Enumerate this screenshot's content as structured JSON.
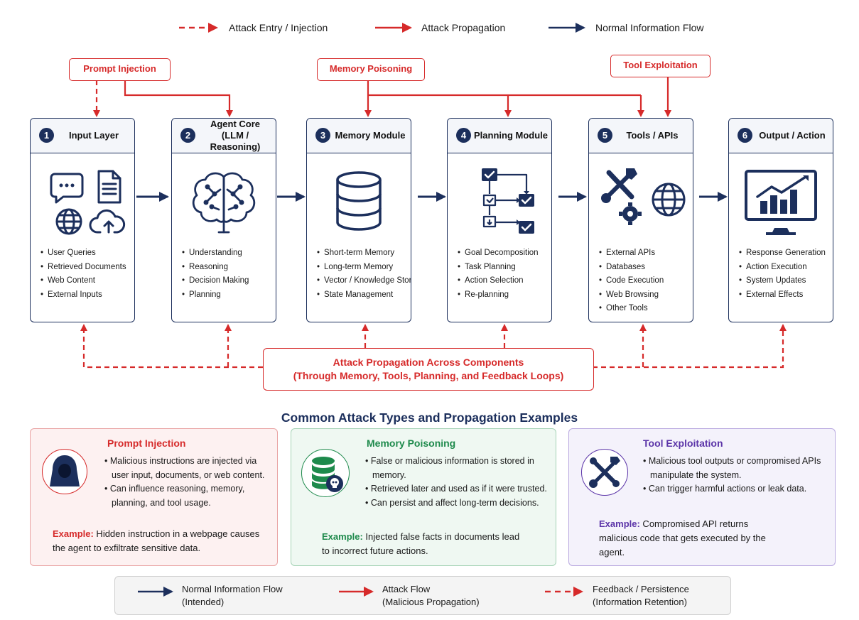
{
  "legend_top": [
    {
      "label": "Attack Entry / Injection",
      "style": "dashed-red"
    },
    {
      "label": "Attack Propagation",
      "style": "solid-red"
    },
    {
      "label": "Normal Information Flow",
      "style": "solid-navy"
    }
  ],
  "entries": {
    "prompt_injection": "Prompt Injection",
    "memory_poisoning": "Memory Poisoning",
    "tool_exploitation": "Tool Exploitation"
  },
  "components": [
    {
      "num": "1",
      "title": "Input Layer",
      "icon": "input-icons",
      "items": [
        "User Queries",
        "Retrieved Documents",
        "Web Content",
        "External Inputs"
      ]
    },
    {
      "num": "2",
      "title": "Agent Core\n(LLM / Reasoning)",
      "icon": "brain-icon",
      "items": [
        "Understanding",
        "Reasoning",
        "Decision Making",
        "Planning"
      ]
    },
    {
      "num": "3",
      "title": "Memory Module",
      "icon": "database-icon",
      "items": [
        "Short-term Memory",
        "Long-term Memory",
        "Vector / Knowledge Store",
        "State Management"
      ]
    },
    {
      "num": "4",
      "title": "Planning Module",
      "icon": "flowchart-icon",
      "items": [
        "Goal Decomposition",
        "Task Planning",
        "Action Selection",
        "Re-planning"
      ]
    },
    {
      "num": "5",
      "title": "Tools / APIs",
      "icon": "tools-icon",
      "items": [
        "External APIs",
        "Databases",
        "Code Execution",
        "Web Browsing",
        "Other Tools"
      ]
    },
    {
      "num": "6",
      "title": "Output / Action",
      "icon": "monitor-chart-icon",
      "items": [
        "Response Generation",
        "Action Execution",
        "System Updates",
        "External Effects"
      ]
    }
  ],
  "propagation": {
    "line1": "Attack Propagation Across Components",
    "line2": "(Through Memory, Tools, Planning, and Feedback Loops)"
  },
  "section_title": "Common Attack Types and Propagation Examples",
  "attacks": [
    {
      "title": "Prompt Injection",
      "icon": "hacker-icon",
      "color": "#d62a2a",
      "bg": "#fdf1f1",
      "bullets": [
        "Malicious instructions are injected via user input, documents, or web content.",
        "Can influence reasoning, memory, planning, and tool usage."
      ],
      "example_label": "Example:",
      "example_text": " Hidden instruction in a webpage causes the agent to exfiltrate sensitive data."
    },
    {
      "title": "Memory Poisoning",
      "icon": "poisoned-database-icon",
      "color": "#1e8a4c",
      "bg": "#eff8f2",
      "bullets": [
        "False or malicious information is stored in memory.",
        "Retrieved later and used as if it were trusted.",
        "Can persist and affect long-term decisions."
      ],
      "example_label": "Example:",
      "example_text": " Injected false facts in documents lead to incorrect future actions."
    },
    {
      "title": "Tool Exploitation",
      "icon": "wrench-screwdriver-icon",
      "color": "#5b34a8",
      "bg": "#f4f2fb",
      "bullets": [
        "Malicious tool outputs or compromised APIs manipulate the system.",
        "Can trigger harmful actions or leak data."
      ],
      "example_label": "Example:",
      "example_text": " Compromised API returns malicious code that gets executed by the agent."
    }
  ],
  "legend_bottom": [
    {
      "line1": "Normal Information Flow",
      "line2": "(Intended)"
    },
    {
      "line1": "Attack Flow",
      "line2": "(Malicious Propagation)"
    },
    {
      "line1": "Feedback / Persistence",
      "line2": "(Information Retention)"
    }
  ],
  "colors": {
    "navy": "#1c2f5c",
    "red": "#d62a2a",
    "green": "#1e8a4c",
    "purple": "#5b34a8"
  }
}
